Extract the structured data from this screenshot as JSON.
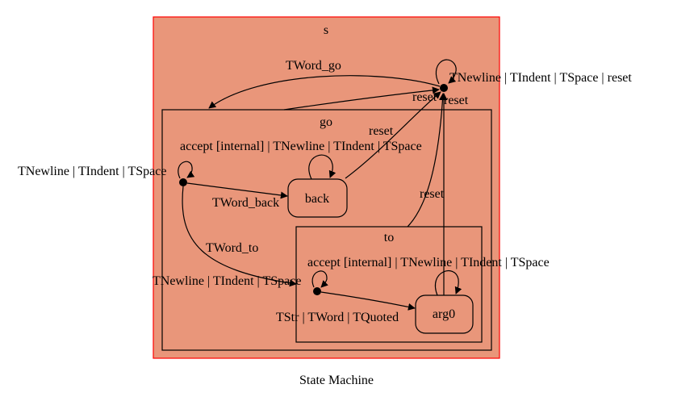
{
  "diagram": {
    "caption": "State Machine",
    "colors": {
      "outer_fill": "#E9967A",
      "outer_border": "#FF0000",
      "inner_border": "#000000",
      "state_fill": "#E9967A",
      "background": "#FFFFFF"
    },
    "clusters": {
      "s": "s",
      "go": "go",
      "to": "to"
    },
    "states": {
      "back": "back",
      "arg0": "arg0"
    },
    "edge_labels": {
      "s_self_loop": "TNewline | TIndent | TSpace | reset",
      "tword_go": "TWord_go",
      "reset_go": "reset",
      "reset_to": "reset",
      "reset_back": "reset",
      "reset_to_cluster": "reset",
      "go_self_loop": "accept [internal] | TNewline | TIndent | TSpace",
      "go_in_loop": "TNewline | TIndent | TSpace",
      "tword_back": "TWord_back",
      "tword_to": "TWord_to",
      "to_self_loop": "accept [internal] | TNewline | TIndent | TSpace",
      "to_in_loop": "TNewline | TIndent | TSpace",
      "tstr": "TStr | TWord | TQuoted"
    }
  }
}
